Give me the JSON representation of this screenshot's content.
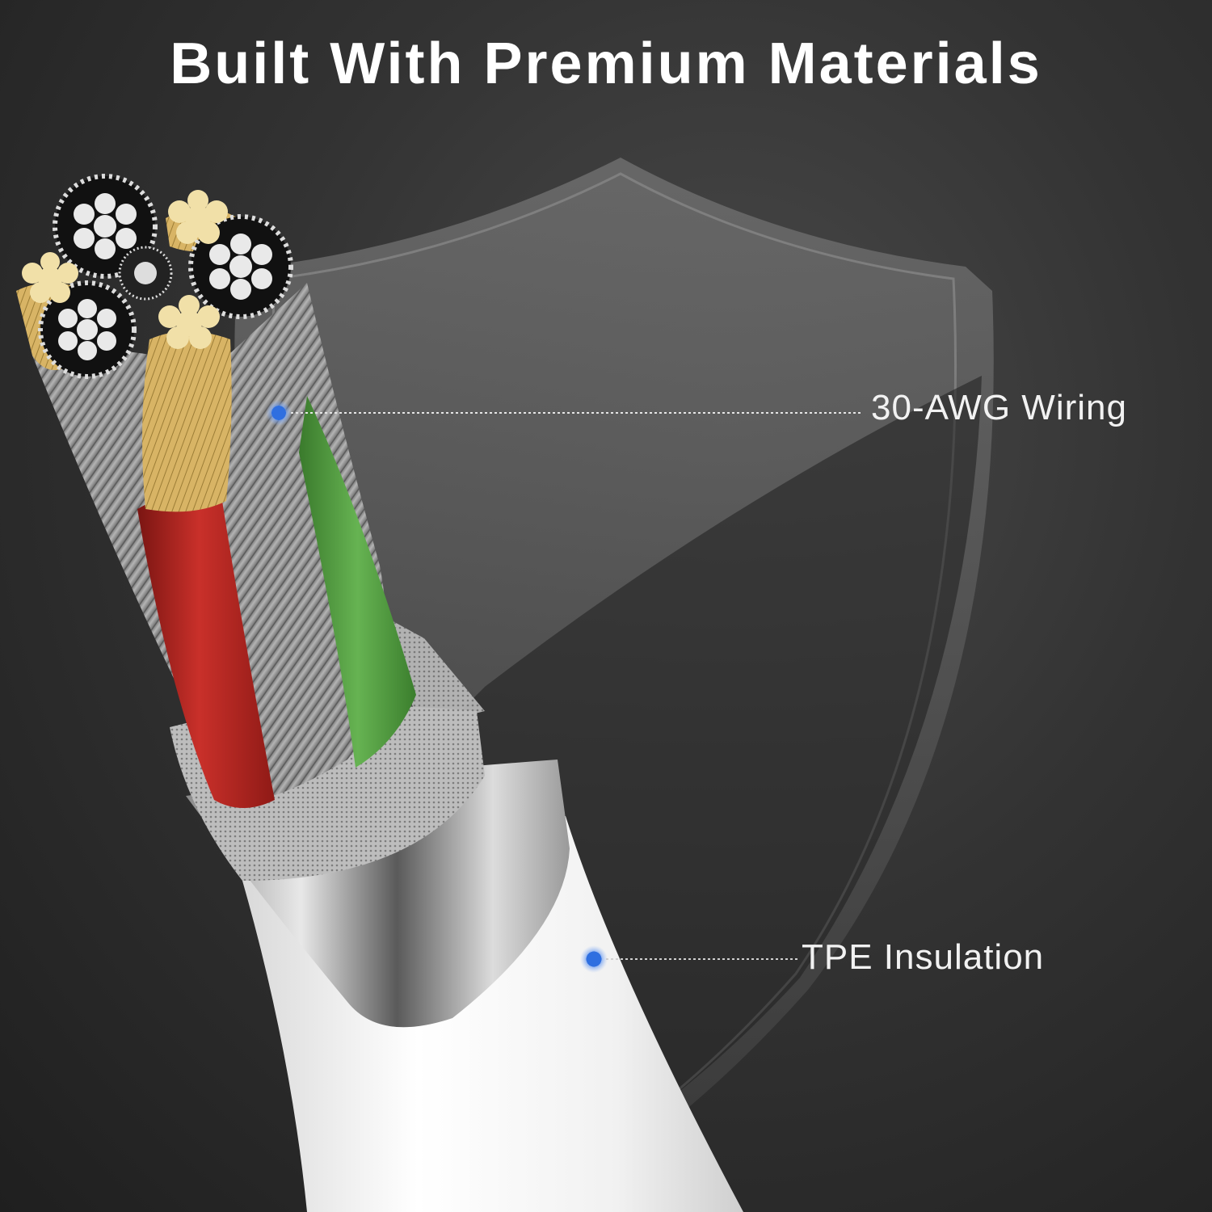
{
  "headline": "Built With Premium Materials",
  "callouts": [
    {
      "label": "30-AWG Wiring"
    },
    {
      "label": "TPE Insulation"
    }
  ],
  "colors": {
    "background": "#2b2b2b",
    "headline_text": "#ffffff",
    "callout_dot": "#2f6fe0",
    "shield": "#6a6a6a",
    "cable_jacket": "#f4f4f4",
    "wire_red": "#b3231f",
    "wire_green": "#4f9a3e",
    "copper_strands": "#d9b86a",
    "braid": "#9a9a9a"
  },
  "icons": {
    "shield": "shield-icon",
    "callout_marker": "blue-dot-icon"
  }
}
